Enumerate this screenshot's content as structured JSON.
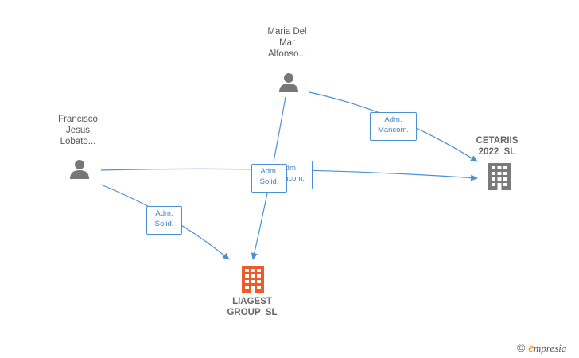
{
  "nodes": {
    "maria": {
      "lines": [
        "Maria Del",
        "Mar",
        "Alfonso..."
      ]
    },
    "francisco": {
      "lines": [
        "Francisco",
        "Jesus",
        "Lobato..."
      ]
    },
    "cetariis": {
      "lines": [
        "CETARIIS",
        "2022  SL"
      ]
    },
    "liagest": {
      "lines": [
        "LIAGEST",
        "GROUP  SL"
      ]
    }
  },
  "edge_labels": {
    "maria_cetariis": [
      "Adm.",
      "Mancom."
    ],
    "francisco_cetariis": [
      "Adm.",
      "Mancom."
    ],
    "maria_liagest": [
      "Adm.",
      "Solid."
    ],
    "francisco_liagest": [
      "Adm.",
      "Solid."
    ]
  },
  "brand": {
    "copyright": "©",
    "e": "e",
    "rest": "mpresia"
  },
  "colors": {
    "edge": "#4a90d9",
    "person": "#777777",
    "company": "#7a7a7a",
    "main_company": "#f05a28"
  },
  "icons": {
    "person": "person-icon",
    "company": "building-icon"
  }
}
